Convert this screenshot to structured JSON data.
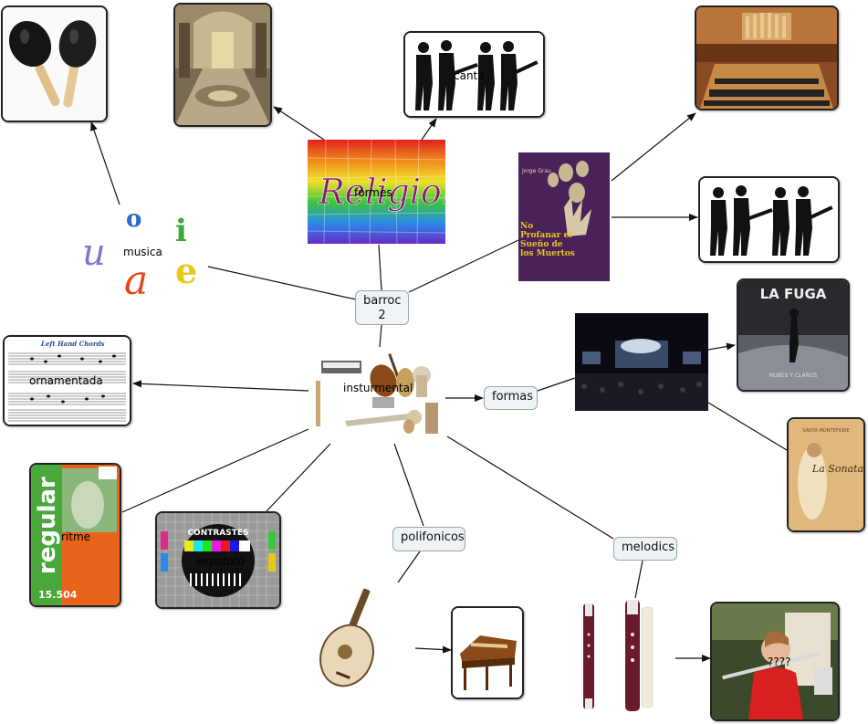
{
  "concepts": {
    "barroc": "barroc\n2",
    "formas": "formas",
    "polifonicos": "polifonicos",
    "melodics": "melodics"
  },
  "node_labels": {
    "musica": "musica",
    "formes": "formes",
    "canta": "canta",
    "insturmental": "insturmental",
    "ornamentada": "ornamentada",
    "ritme": "ritme",
    "expofoto": "expofoto",
    "unknown": "????"
  },
  "image_text": {
    "religion": "Religion",
    "fuga_title": "LA FUGA",
    "fuga_sub": "NUBES Y CLAROS",
    "poster_title": "No Profanar el Sueño de los Muertos",
    "poster_director": "Jorge Grau",
    "sonata": "La Sonata",
    "sonata_author": "SANTA MONTEFIORE",
    "regular": "regular",
    "regular_num": "15.504",
    "contrastes": "CONTRASTES",
    "sheet_title": "Left Hand Chords",
    "vowels": [
      "u",
      "o",
      "a",
      "i",
      "e"
    ]
  },
  "colors": {
    "edge": "#111111",
    "concept_bg": "#eef3f6",
    "frame": "#222222"
  }
}
